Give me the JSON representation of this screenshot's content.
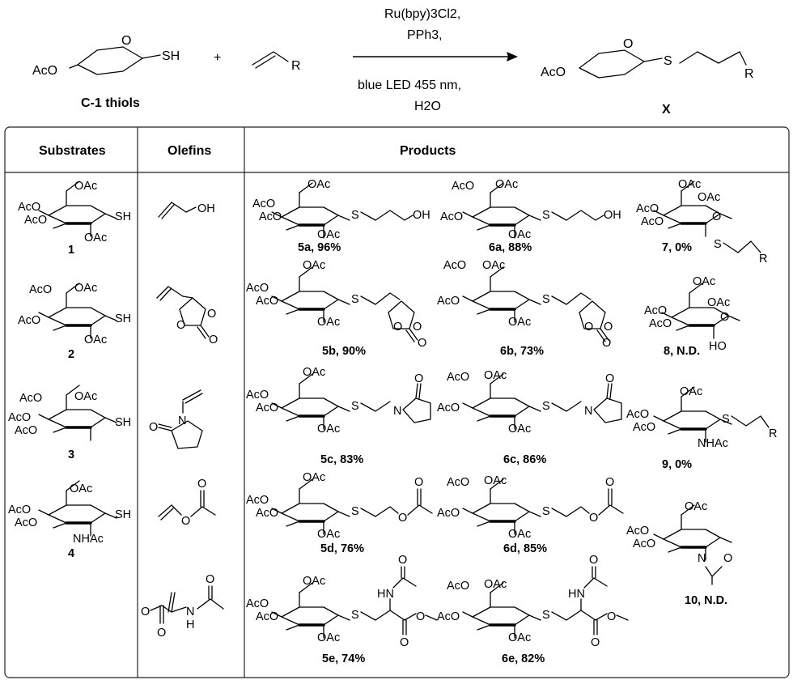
{
  "scheme": {
    "substrate_label": "C-1 thiols",
    "reagent_line1": "Ru(bpy)3Cl2,",
    "reagent_line2": "PPh3,",
    "condition_line1": "blue LED 455 nm,",
    "condition_line2": "H2O",
    "product_label": "X",
    "plus": "+"
  },
  "table": {
    "headers": [
      "Substrates",
      "Olefins",
      "Products"
    ],
    "substrates": [
      "1",
      "2",
      "3",
      "4"
    ],
    "products": [
      [
        "5a, 96%",
        "6a, 88%",
        "7, 0%"
      ],
      [
        "5b, 90%",
        "6b, 73%",
        "8, N.D."
      ],
      [
        "5c, 83%",
        "6c, 86%",
        "9, 0%"
      ],
      [
        "5d, 76%",
        "6d, 85%",
        "10, N.D."
      ],
      [
        "5e, 74%",
        "6e, 82%",
        ""
      ]
    ]
  },
  "atoms": {
    "OAc": "OAc",
    "AcO": "AcO",
    "SH": "SH",
    "S": "S",
    "O": "O",
    "R": "R",
    "OH": "OH",
    "HO": "HO",
    "N": "N",
    "NHAc": "NHAc",
    "HN": "HN",
    "H": "H"
  }
}
